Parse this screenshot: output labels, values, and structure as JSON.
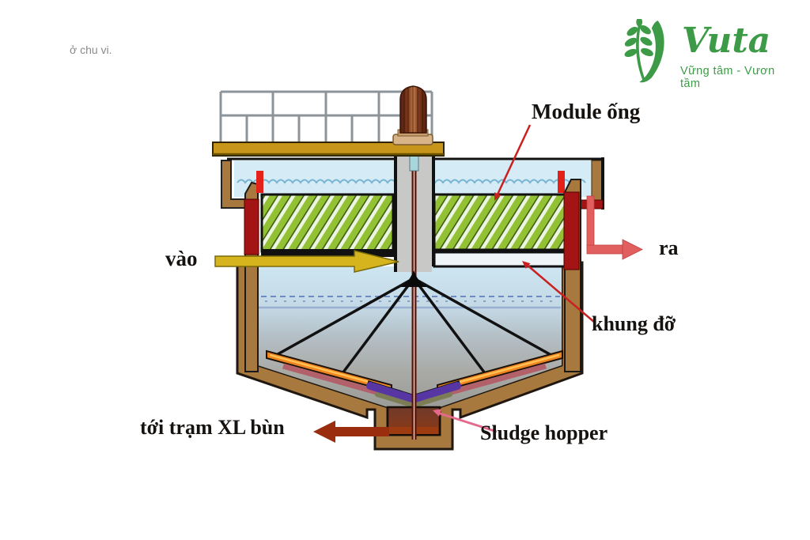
{
  "page": {
    "caption": "ở chu vi."
  },
  "logo": {
    "name": "Vuta",
    "tagline": "Vững tâm - Vươn tầm",
    "icon": "wheat-logo-icon",
    "color": "#3d9b47"
  },
  "diagram": {
    "title_labels": {
      "module": "Module ống",
      "support_frame": "khung đỡ",
      "inlet": "vào",
      "outlet": "ra",
      "sludge_station": "tới trạm XL bùn",
      "sludge_hopper": "Sludge hopper"
    },
    "colors": {
      "tank_brown": "#a8793f",
      "module_green": "#92c133",
      "water_blue": "#d5ebf5",
      "water_gray": "#9b9c98",
      "platform_gold": "#c8951b",
      "inlet_arrow_gold": "#d6b41d",
      "outlet_arrow_red": "#e25f5f",
      "weir_dark_red": "#a41414",
      "scraper_orange": "#ef8522",
      "sludge_purple": "#5736a3",
      "motor_maroon": "#7e3a1c",
      "leader_line_red": "#c92121",
      "hopper_pink_leader": "#e4698c",
      "sludge_arrow_brown": "#992d0d"
    }
  }
}
